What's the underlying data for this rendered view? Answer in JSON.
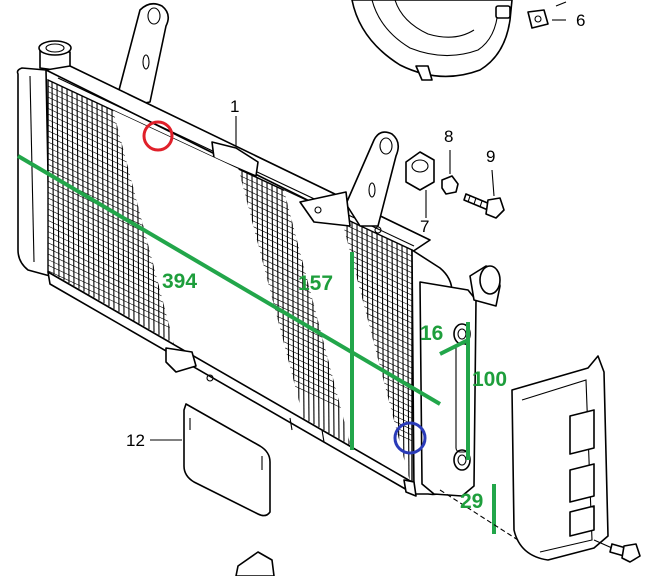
{
  "diagram": {
    "part_numbers": {
      "radiator": "1",
      "clip": "6",
      "collar": "7",
      "cushion": "8",
      "bolt": "9",
      "cover_plate": "12"
    },
    "dimensions": {
      "overall_width": "394",
      "core_width": "157",
      "offset": "16",
      "hole_spacing": "100",
      "bottom_offset": "29"
    },
    "markers": {
      "top_marker_color": "#e0202a",
      "bottom_marker_color": "#2a3bb8",
      "dimension_line_color": "#22a64a"
    }
  }
}
